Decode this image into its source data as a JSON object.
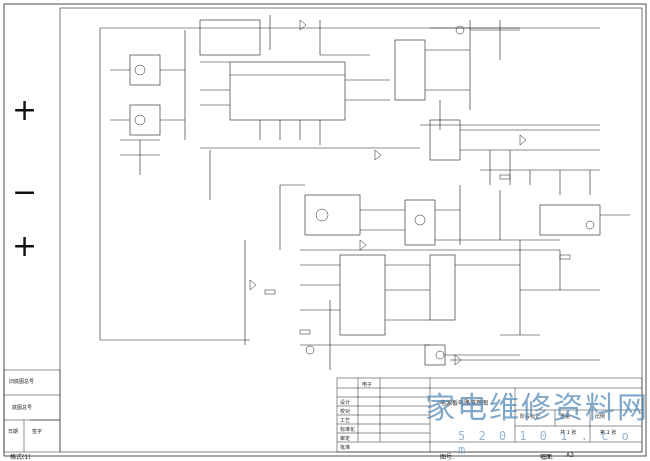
{
  "margin_marks": {
    "plus_top": "+",
    "minus": "−",
    "plus_bottom": "+"
  },
  "left_column": {
    "row1": "旧底图总号",
    "row2": "底图总号",
    "row3a": "日期",
    "row3b": "签字"
  },
  "title_block": {
    "designer": "设计",
    "checker": "校对",
    "process": "工艺",
    "standard": "标准化",
    "approve": "审定",
    "approve2": "批准",
    "doc_title": "电源板电路原理图",
    "stage_mark": "阶段标记",
    "weight": "重量",
    "scale": "比例",
    "sheets": "共 1 张",
    "sheet": "第 1 张",
    "drawing_no": "图号:",
    "format_label": "幅面:",
    "format_value": "A3",
    "company": "电子"
  },
  "footer": {
    "format": "格式(1)"
  },
  "watermark": {
    "cn": "家电维修资料网",
    "url": "5 2 0 1 0 1 . c o m"
  },
  "colors": {
    "line": "#1a1a1a",
    "watermark": "#5d8fb9"
  }
}
